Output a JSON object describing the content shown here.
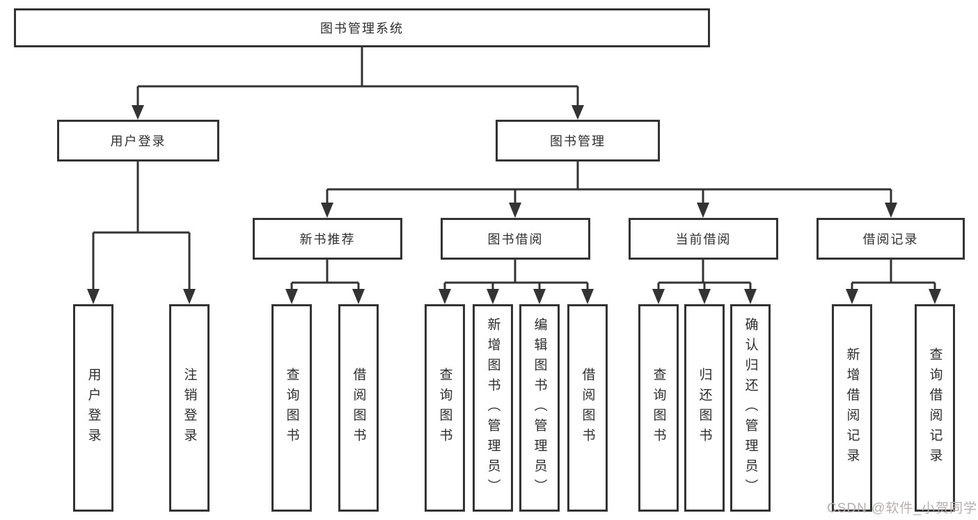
{
  "diagram": {
    "root": "图书管理系统",
    "level2": [
      "用户登录",
      "图书管理"
    ],
    "level3": [
      "新书推荐",
      "图书借阅",
      "当前借阅",
      "借阅记录"
    ],
    "leaves": {
      "user_login": [
        "用户登录",
        "注销登录"
      ],
      "new_book_recommend": [
        "查询图书",
        "借阅图书"
      ],
      "book_borrow": [
        "查询图书",
        "新增图书（管理员）",
        "编辑图书（管理员）",
        "借阅图书"
      ],
      "current_borrow": [
        "查询图书",
        "归还图书",
        "确认归还（管理员）"
      ],
      "borrow_record": [
        "新增借阅记录",
        "查询借阅记录"
      ]
    }
  },
  "watermark": "CSDN @软件_小贺同学",
  "colors": {
    "line": "#333333",
    "box_border": "#333333",
    "background": "#ffffff",
    "watermark": "#b9aeae"
  }
}
